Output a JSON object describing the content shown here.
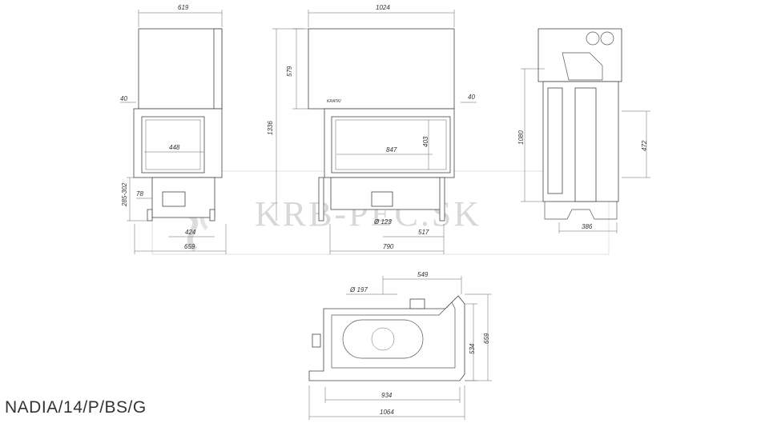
{
  "product_code": "NADIA/14/P/BS/G",
  "watermark": "KRB-PEC.SK",
  "brand_plate": "KRATKI",
  "dimensions": {
    "front_width": "619",
    "main_width": "1024",
    "upper_height": "579",
    "total_height": "1336",
    "left_offset": "40",
    "right_offset": "40",
    "side_glass_width": "448",
    "front_glass_width": "847",
    "glass_height": "403",
    "leg_range": "285-302",
    "leg_inner": "78",
    "base_depth_inner": "424",
    "base_depth": "659",
    "flue_diameter": "Ø 123",
    "flue_offset": "517",
    "base_width": "790",
    "side_height": "1080",
    "side_inner_height": "472",
    "side_depth": "386",
    "top_flue_diameter": "Ø 197",
    "top_flue_offset": "549",
    "plan_depth_inner": "534",
    "plan_depth": "659",
    "plan_width_inner": "934",
    "plan_width": "1064"
  }
}
